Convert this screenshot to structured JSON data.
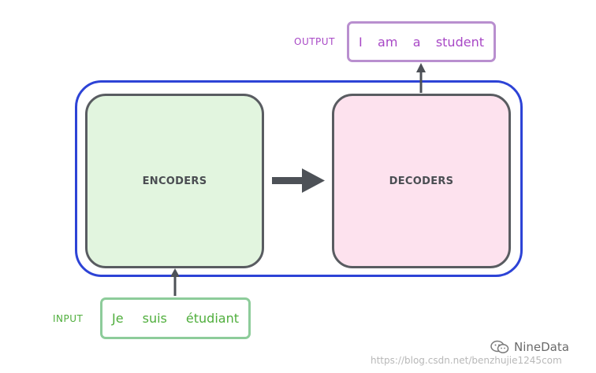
{
  "diagram": {
    "encoder_label": "ENCODERS",
    "decoder_label": "DECODERS"
  },
  "input": {
    "label": "INPUT",
    "tokens": [
      "Je",
      "suis",
      "étudiant"
    ]
  },
  "output": {
    "label": "OUTPUT",
    "tokens": [
      "I",
      "am",
      "a",
      "student"
    ]
  },
  "watermark": {
    "brand": "NineData",
    "url": "https://blog.csdn.net/benzhujie1245com"
  },
  "colors": {
    "frame": "#2d43d6",
    "encoder_fill": "#e2f5df",
    "decoder_fill": "#fde2ee",
    "input_color": "#4fae3c",
    "output_color": "#a848c6",
    "arrow": "#4d5157"
  }
}
